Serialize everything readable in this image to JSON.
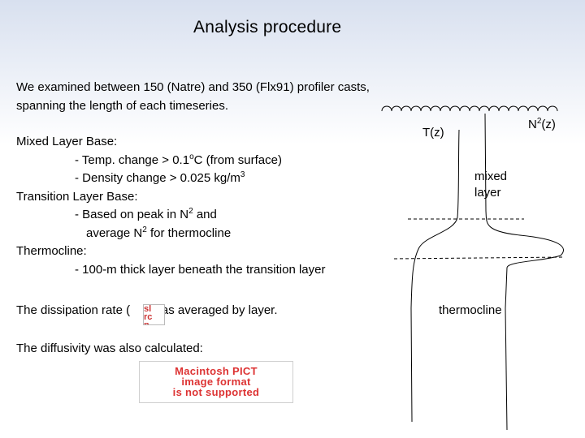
{
  "slide": {
    "title": "Analysis procedure",
    "intro_line1": "We examined between 150 (Natre) and 350 (Flx91) profiler casts,",
    "intro_line2": "spanning the length of each timeseries.",
    "mixed_layer_heading": "Mixed Layer Base:",
    "mixed_layer_temp_prefix": "- Temp. change > 0.1",
    "mixed_layer_temp_sup": "o",
    "mixed_layer_temp_suffix": "C (from surface)",
    "mixed_layer_density_prefix": "- Density change > 0.025 kg/m",
    "mixed_layer_density_sup": "3",
    "transition_heading": "Transition Layer Base:",
    "transition_line1_prefix": "- Based on peak in N",
    "transition_line1_sup": "2",
    "transition_line1_suffix": " and",
    "transition_line2_prefix": "average N",
    "transition_line2_sup": "2",
    "transition_line2_suffix": " for thermocline",
    "thermocline_heading": "Thermocline:",
    "thermocline_line": "- 100-m thick layer beneath the transition layer",
    "dissipation_prefix": "The dissipation rate (",
    "dissipation_suffix": "was averaged by layer.",
    "diffusivity_text": "The diffusivity was also calculated:",
    "broken_image_letters": [
      "sl",
      "rc",
      "p"
    ],
    "pict_placeholder": [
      "Macintosh PICT",
      "image format",
      "is not supported"
    ]
  },
  "diagram": {
    "label_tz": "T(z)",
    "label_n2_prefix": "N",
    "label_n2_sup": "2",
    "label_n2_suffix": "(z)",
    "label_mixed_1": "mixed",
    "label_mixed_2": "layer",
    "label_thermocline": "thermocline"
  }
}
